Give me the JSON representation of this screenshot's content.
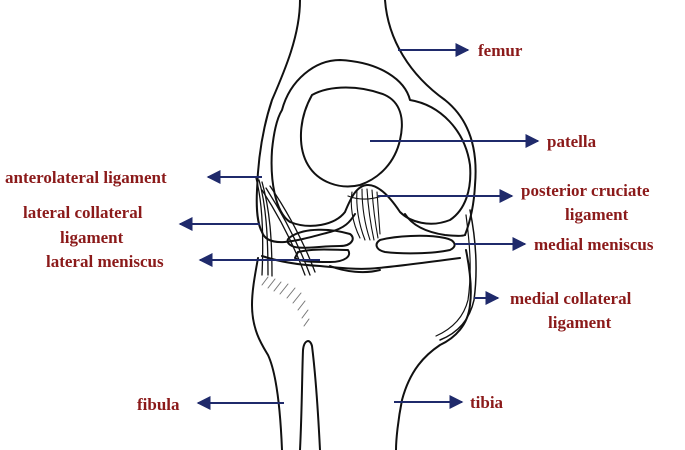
{
  "labels": {
    "femur": "femur",
    "patella": "patella",
    "posterior_cruciate_1": "posterior cruciate",
    "posterior_cruciate_2": "ligament",
    "medial_meniscus": "medial meniscus",
    "medial_collateral_1": "medial collateral",
    "medial_collateral_2": "ligament",
    "tibia": "tibia",
    "anterolateral": "anterolateral ligament",
    "lateral_collateral_1": "lateral collateral",
    "lateral_collateral_2": "ligament",
    "lateral_meniscus": "lateral meniscus",
    "fibula": "fibula"
  },
  "colors": {
    "label": "#8b1a1a",
    "arrow": "#1f2a6b",
    "outline": "#111111"
  }
}
